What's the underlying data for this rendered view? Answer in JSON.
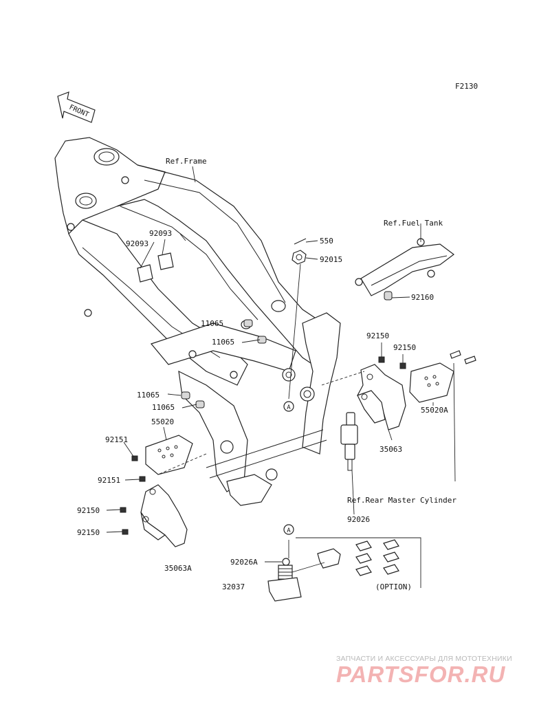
{
  "figure_code": "F2130",
  "front_arrow_label": "FRONT",
  "references": {
    "frame": "Ref.Frame",
    "fuel_tank": "Ref.Fuel Tank",
    "rear_master_cylinder": "Ref.Rear Master Cylinder",
    "option": "(OPTION)"
  },
  "callout_marker": "A",
  "parts": [
    "550",
    "92015",
    "92160",
    "92093",
    "92093",
    "11065",
    "11065",
    "11065",
    "11065",
    "92150",
    "92150",
    "55020A",
    "35063",
    "55020",
    "92151",
    "92151",
    "92150",
    "92150",
    "35063A",
    "92026",
    "92026A",
    "32037"
  ],
  "watermark": {
    "caption": "ЗАПЧАСТИ И АКСЕССУАРЫ ДЛЯ МОТОТЕХНИКИ",
    "brand": "PARTSFOR.RU",
    "color": "#f3b3b3"
  }
}
